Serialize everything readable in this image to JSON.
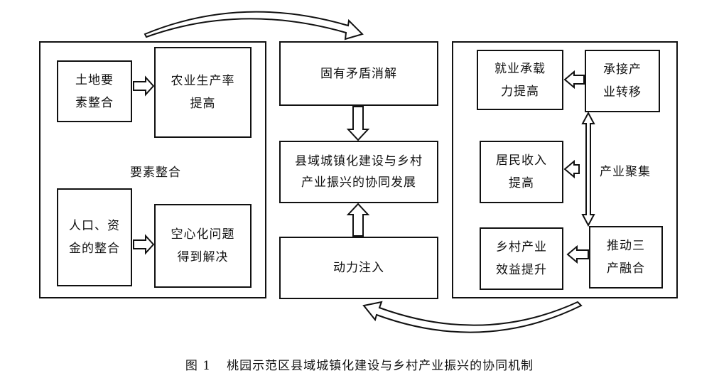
{
  "left": {
    "center_label": "要素整合",
    "land": "土地要\n素整合",
    "agri": "农业生产率\n提高",
    "people": "人口、资\n金的整合",
    "hollow": "空心化问题\n得到解决"
  },
  "middle": {
    "contradiction": "固有矛盾消解",
    "synergy": "县域城镇化建设与乡村\n产业振兴的协同发展",
    "power": "动力注入"
  },
  "right": {
    "cluster_label": "产业聚集",
    "employment": "就业承载\n力提高",
    "transfer": "承接产\n业转移",
    "income": "居民收入\n提高",
    "rural_benefit": "乡村产业\n效益提升",
    "fusion": "推动三\n产融合"
  },
  "caption": {
    "number": "图 1",
    "title": "桃园示范区县域城镇化建设与乡村产业振兴的协同机制"
  }
}
